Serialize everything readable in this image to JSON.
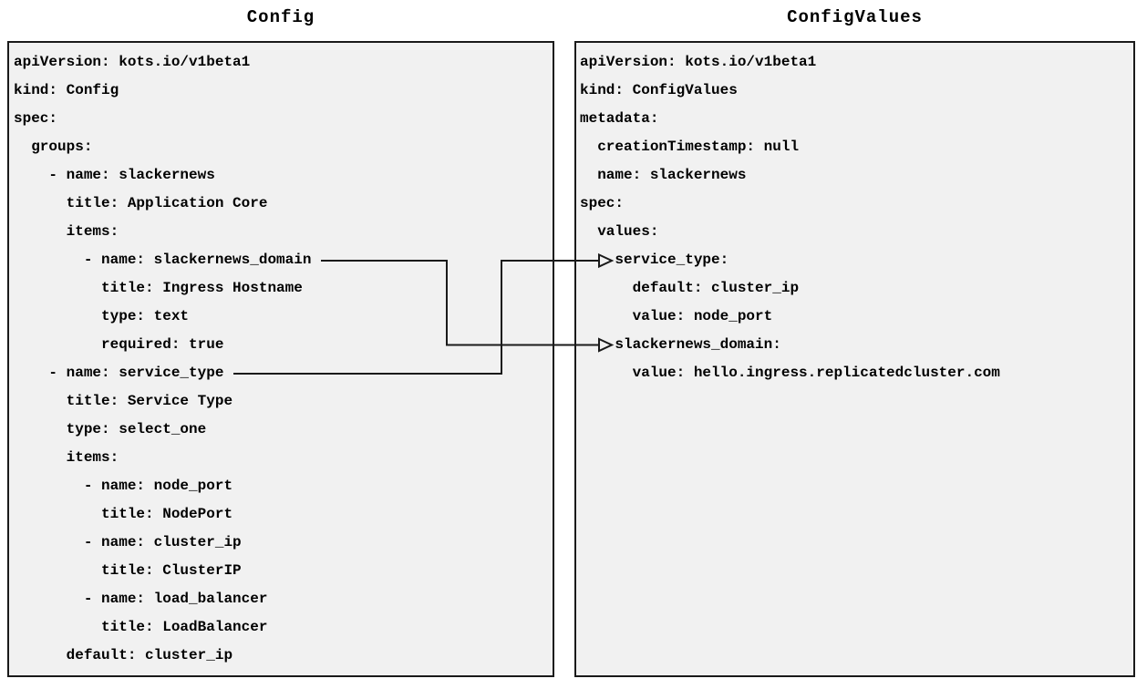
{
  "diagram": {
    "colors": {
      "page_background": "#ffffff",
      "box_background": "#f1f1f1",
      "box_border": "#1a1a1a",
      "text": "#000000",
      "arrow": "#1a1a1a"
    },
    "config_panel": {
      "title": "Config",
      "lines": [
        "apiVersion: kots.io/v1beta1",
        "kind: Config",
        "spec:",
        "  groups:",
        "    - name: slackernews",
        "      title: Application Core",
        "      items:",
        "        - name: slackernews_domain",
        "          title: Ingress Hostname",
        "          type: text",
        "          required: true",
        "    - name: service_type",
        "      title: Service Type",
        "      type: select_one",
        "      items:",
        "        - name: node_port",
        "          title: NodePort",
        "        - name: cluster_ip",
        "          title: ClusterIP",
        "        - name: load_balancer",
        "          title: LoadBalancer",
        "      default: cluster_ip"
      ]
    },
    "config_values_panel": {
      "title": "ConfigValues",
      "lines": [
        "apiVersion: kots.io/v1beta1",
        "kind: ConfigValues",
        "metadata:",
        "  creationTimestamp: null",
        "  name: slackernews",
        "spec:",
        "  values:",
        "    service_type:",
        "      default: cluster_ip",
        "      value: node_port",
        "    slackernews_domain:",
        "      value: hello.ingress.replicatedcluster.com"
      ]
    },
    "connections": [
      {
        "from": "slackernews_domain",
        "to": "slackernews_domain"
      },
      {
        "from": "service_type",
        "to": "service_type"
      }
    ]
  }
}
